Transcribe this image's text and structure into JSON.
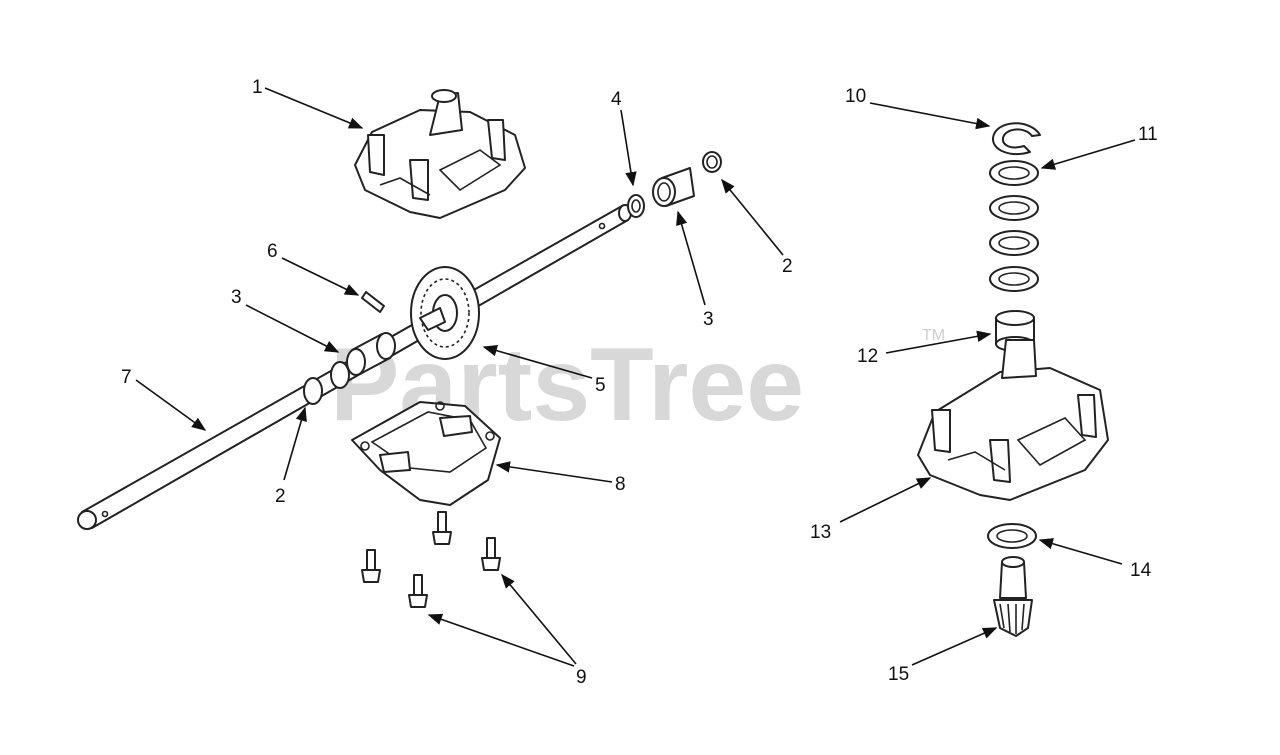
{
  "watermark": {
    "text": "PartsTree",
    "trademark": "TM"
  },
  "callouts": [
    "1",
    "2",
    "3",
    "4",
    "5",
    "6",
    "7",
    "8",
    "9",
    "10",
    "11",
    "12",
    "13",
    "14",
    "15"
  ],
  "colors": {
    "ink": "#222222",
    "watermark": "#cfcfcf",
    "background": "#ffffff"
  }
}
